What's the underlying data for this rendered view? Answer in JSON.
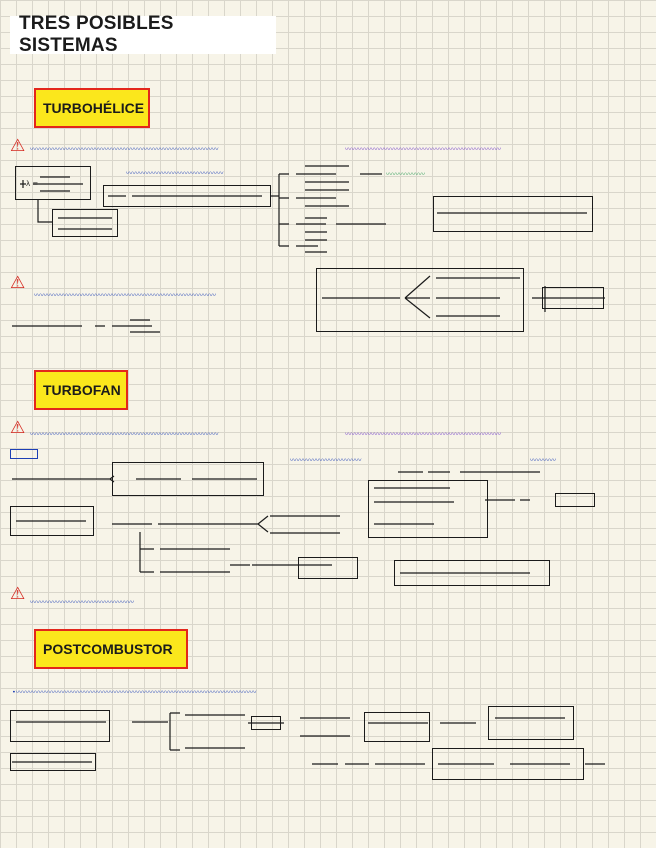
{
  "page": {
    "title": "TRES POSIBLES SISTEMAS"
  },
  "sections": {
    "turbohelice": {
      "label": "TURBOHÉLICE"
    },
    "turbofan": {
      "label": "TURBOFAN"
    },
    "postcombustor": {
      "label": "POSTCOMBUSTOR"
    }
  },
  "colors": {
    "warning": "#d5281f",
    "note_blue": "#1d3fb5",
    "note_purple": "#6b34c8",
    "note_green": "#2c9b57",
    "highlight": "#fbe71c"
  },
  "icons": {
    "warning": "warning-triangle-icon",
    "arrow": "arrow-right-icon"
  }
}
